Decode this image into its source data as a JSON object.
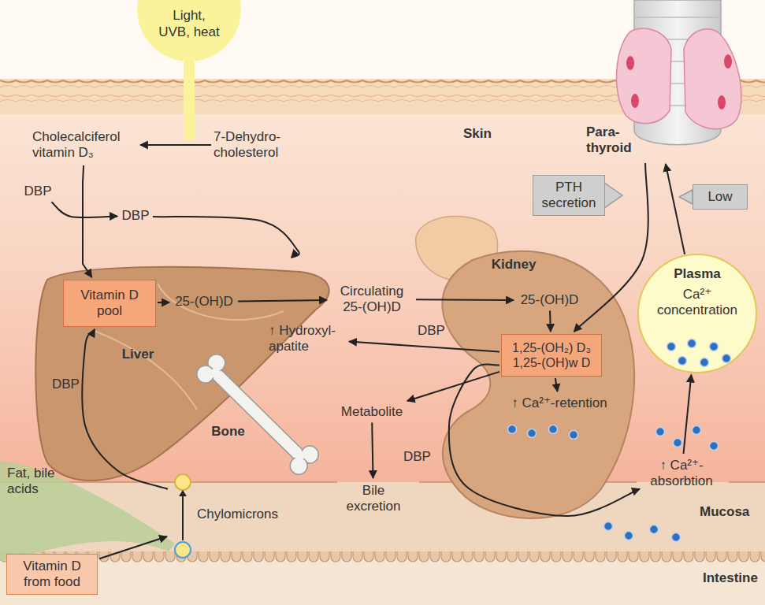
{
  "diagram": {
    "nodes": [
      {
        "text": [
          "Light, UVB, heat"
        ]
      },
      {
        "text": [
          "Cholecalciferol vitamin D₃"
        ]
      },
      {
        "text": [
          "7-Dehydro- cholesterol"
        ]
      },
      {
        "text": [
          "DBP"
        ]
      },
      {
        "text": [
          "DBP"
        ]
      },
      {
        "text": [
          "Liver"
        ]
      },
      {
        "text": [
          "Vitamin D pool"
        ],
        "in": 5
      },
      {
        "text": [
          "25-(OH)D"
        ],
        "in": 5
      },
      {
        "text": [
          "Circulating 25-(OH)D"
        ]
      },
      {
        "text": [
          "Kidney"
        ]
      },
      {
        "text": [
          "25-(OH)D"
        ],
        "in": 9
      },
      {
        "text": [
          "1,25-(OH₂) D₃",
          "1,25-(OH)w D"
        ],
        "in": 9
      },
      {
        "text": [
          "↑ Ca²⁺-retention"
        ],
        "in": 9
      },
      {
        "text": [
          "↑ Hydroxyl- apatite"
        ]
      },
      {
        "text": [
          "Bone"
        ]
      },
      {
        "text": [
          "Metabolite"
        ]
      },
      {
        "text": [
          "Bile excretion"
        ]
      },
      {
        "text": [
          "Para- thyroid"
        ]
      },
      {
        "text": [
          "PTH secretion"
        ]
      },
      {
        "text": [
          "Low"
        ]
      },
      {
        "text": [
          "Plasma",
          "Ca²⁺ concentration"
        ]
      },
      {
        "text": [
          "↑ Ca²⁺- absorbtion"
        ]
      },
      {
        "text": [
          "Chylomicrons"
        ]
      },
      {
        "text": [
          "Fat, bile acids"
        ]
      },
      {
        "text": [
          "Vitamin D from food"
        ]
      }
    ],
    "edges": [
      {
        "from": 2,
        "to": 1,
        "arrow": "to"
      },
      {
        "from": 1,
        "to": 6,
        "arrow": "to"
      },
      {
        "from": 3,
        "to": 4,
        "arrow": "to"
      },
      {
        "from": 4,
        "to": 5,
        "arrow": "to"
      },
      {
        "from": 6,
        "to": 7,
        "arrow": "to"
      },
      {
        "from": 7,
        "to": 8,
        "arrow": "to"
      },
      {
        "from": 8,
        "to": 10,
        "arrow": "to"
      },
      {
        "from": 10,
        "to": 11,
        "arrow": "to"
      },
      {
        "from": 17,
        "to": 11,
        "arrow": "to"
      },
      {
        "from": 11,
        "to": 12,
        "arrow": "to"
      },
      {
        "from": 11,
        "to": 13,
        "label": "DBP",
        "arrow": "to"
      },
      {
        "from": 11,
        "to": 15,
        "arrow": "to"
      },
      {
        "from": 15,
        "to": 16,
        "arrow": "to"
      },
      {
        "from": 11,
        "to": 21,
        "label": "DBP",
        "arrow": "to"
      },
      {
        "from": 21,
        "to": 20,
        "arrow": "to"
      },
      {
        "from": 20,
        "to": 17,
        "arrow": "to"
      },
      {
        "from": 22,
        "to": 6,
        "label": "DBP",
        "arrow": "to"
      },
      {
        "from": 24,
        "to": 22,
        "arrow": "to"
      }
    ],
    "labels": [
      "Skin",
      "Mucosa",
      "Intestine"
    ]
  }
}
